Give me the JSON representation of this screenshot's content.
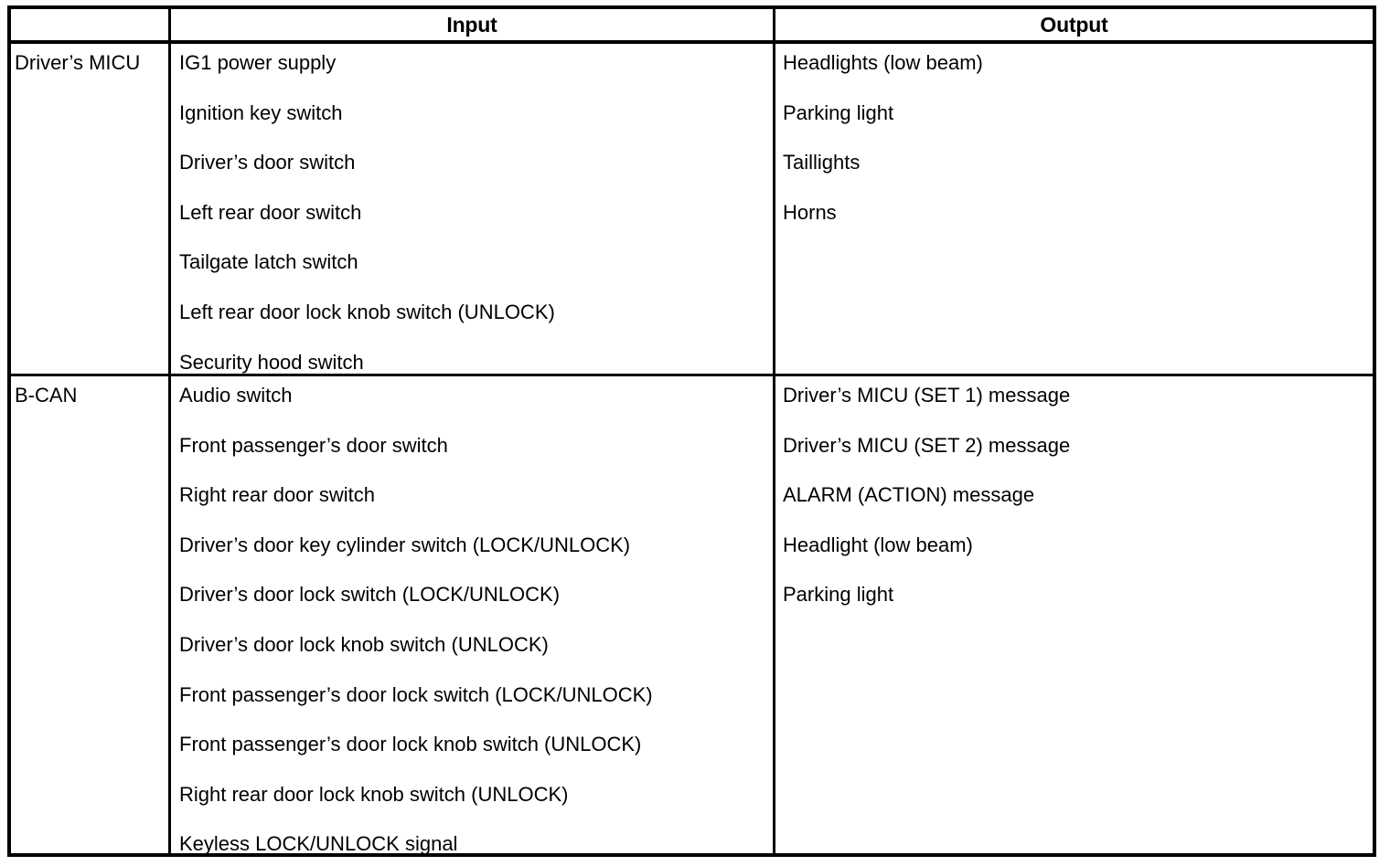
{
  "table": {
    "columns": {
      "corner_label": "",
      "input_header": "Input",
      "output_header": "Output"
    },
    "rows": [
      {
        "label": "Driver’s MICU",
        "inputs": [
          "IG1 power supply",
          "Ignition key switch",
          "Driver’s door switch",
          "Left rear door switch",
          "Tailgate latch switch",
          "Left rear door lock knob switch (UNLOCK)",
          "Security hood switch"
        ],
        "outputs": [
          "Headlights (low beam)",
          "Parking light",
          "Taillights",
          "Horns"
        ]
      },
      {
        "label": "B-CAN",
        "inputs": [
          "Audio switch",
          "Front passenger’s door switch",
          "Right rear door switch",
          "Driver’s door key cylinder switch (LOCK/UNLOCK)",
          "Driver’s door lock switch (LOCK/UNLOCK)",
          "Driver’s door lock knob switch (UNLOCK)",
          "Front passenger’s door lock switch (LOCK/UNLOCK)",
          "Front passenger’s door lock knob switch (UNLOCK)",
          "Right rear door lock knob switch (UNLOCK)",
          "Keyless LOCK/UNLOCK signal"
        ],
        "outputs": [
          "Driver’s MICU (SET 1) message",
          "Driver’s MICU (SET 2) message",
          "ALARM (ACTION) message",
          "Headlight (low beam)",
          "Parking light"
        ]
      }
    ]
  },
  "colors": {
    "text": "#000000",
    "border": "#000000",
    "background": "#ffffff"
  }
}
